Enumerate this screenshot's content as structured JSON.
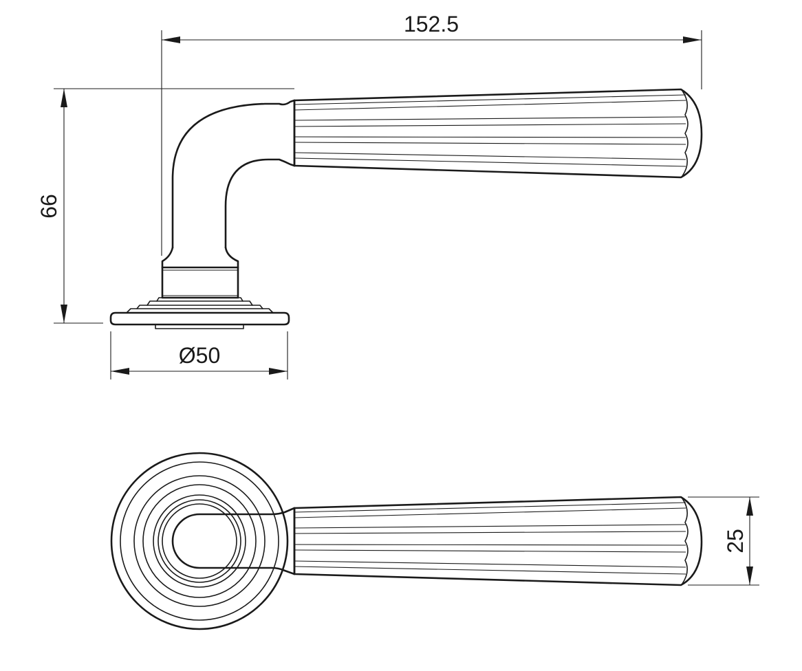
{
  "dimensions": {
    "overall_length": "152.5",
    "height": "66",
    "rose_diameter": "Ø50",
    "lever_width": "25"
  },
  "views": {
    "side_view": "side",
    "top_view": "top"
  },
  "colors": {
    "line": "#1a1a1a",
    "background": "#ffffff"
  }
}
